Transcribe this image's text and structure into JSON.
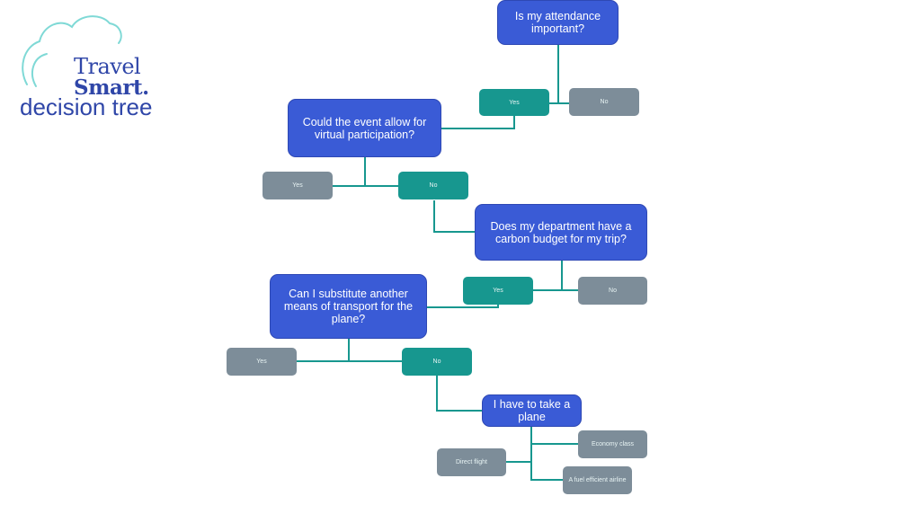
{
  "brand": {
    "line1": "Travel",
    "line2": "Smart.",
    "subtitle": "decision tree"
  },
  "colors": {
    "question": "#3a5bd6",
    "answer_yes_path": "#17978f",
    "answer_other": "#7d8d99",
    "connector": "#17978f",
    "brand": "#2f46a8",
    "cloud": "#7fd9d6"
  },
  "nodes": {
    "q1": "Is my attendance important?",
    "q1_yes": "Yes",
    "q1_no": "No",
    "q2": "Could the event allow for virtual participation?",
    "q2_yes": "Yes",
    "q2_no": "No",
    "q3": "Does my department have a carbon budget for my trip?",
    "q3_yes": "Yes",
    "q3_no": "No",
    "q4": "Can I substitute another means of transport for the plane?",
    "q4_yes": "Yes",
    "q4_no": "No",
    "q5": "I have to take a plane",
    "opt_economy": "Economy class",
    "opt_direct": "Direct flight",
    "opt_efficient": "A fuel efficient airline"
  }
}
